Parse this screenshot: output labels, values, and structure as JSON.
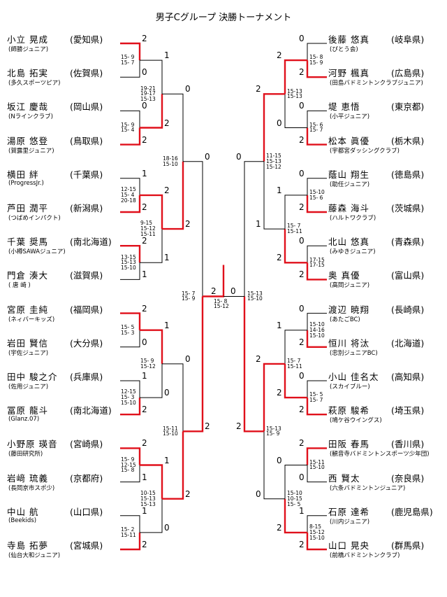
{
  "title": "男子Cグループ 決勝トーナメント",
  "colors": {
    "win": "#e0101b",
    "line": "#000000"
  },
  "left": [
    {
      "name": "小立 晃成",
      "pref": "(愛知県)",
      "club": "(師勝ジュニア)"
    },
    {
      "name": "北島 拓実",
      "pref": "(佐賀県)",
      "club": "(多久スポーツピア)"
    },
    {
      "name": "坂江 慶哉",
      "pref": "(岡山県)",
      "club": "(Nラインクラブ)"
    },
    {
      "name": "湯原 悠登",
      "pref": "(鳥取県)",
      "club": "(賀露里ジュニア)"
    },
    {
      "name": "横田 絆",
      "pref": "(千葉県)",
      "club": "(ProgressJr.)"
    },
    {
      "name": "芦田 潤平",
      "pref": "(新潟県)",
      "club": "(つばめインパクト)"
    },
    {
      "name": "千葉 奨馬",
      "pref": "(南北海道)",
      "club": "(小樽SAWAジュニア)"
    },
    {
      "name": "門倉 湊大",
      "pref": "(滋賀県)",
      "club": "( 唐 崎 )"
    },
    {
      "name": "宮原 圭純",
      "pref": "(福岡県)",
      "club": "(ネィバーキッズ)"
    },
    {
      "name": "岩田 賢信",
      "pref": "(大分県)",
      "club": "(宇佐ジュニア)"
    },
    {
      "name": "田中 駿之介",
      "pref": "(兵庫県)",
      "club": "(佐用ジュニア)"
    },
    {
      "name": "冨原 龍斗",
      "pref": "(南北海道)",
      "club": "(Glanz.07)"
    },
    {
      "name": "小野原 瑛音",
      "pref": "(宮崎県)",
      "club": "(藤田研究所)"
    },
    {
      "name": "岩﨑 琉義",
      "pref": "(京都府)",
      "club": "(長岡京市スポ少)"
    },
    {
      "name": "中山 航",
      "pref": "(山口県)",
      "club": "(Beekids)"
    },
    {
      "name": "寺島 拓夢",
      "pref": "(宮城県)",
      "club": "(仙台大和ジュニア)"
    }
  ],
  "right": [
    {
      "name": "後藤 悠真",
      "pref": "(岐阜県)",
      "club": "(ぴとう会)"
    },
    {
      "name": "河野 楓真",
      "pref": "(広島県)",
      "club": "(田島バドミントンクラブジュニア)"
    },
    {
      "name": "堤 恵悟",
      "pref": "(東京都)",
      "club": "(小平ジュニア)"
    },
    {
      "name": "松本 眞優",
      "pref": "(栃木県)",
      "club": "(宇都宮ダッシングクラブ)"
    },
    {
      "name": "蔭山 翔生",
      "pref": "(徳島県)",
      "club": "(助任ジュニア)"
    },
    {
      "name": "藤森 海斗",
      "pref": "(茨城県)",
      "club": "(ハルトワクラブ)"
    },
    {
      "name": "北山 悠真",
      "pref": "(青森県)",
      "club": "(みゆきジュニア)"
    },
    {
      "name": "奥 真優",
      "pref": "(富山県)",
      "club": "(高岡ジュニア)"
    },
    {
      "name": "渡辺 暁翔",
      "pref": "(長崎県)",
      "club": "(あたごBC)"
    },
    {
      "name": "恒川 将汰",
      "pref": "(北海道)",
      "club": "(忠別ジュニアBC)"
    },
    {
      "name": "小山 佳名太",
      "pref": "(高知県)",
      "club": "(スカイブルー)"
    },
    {
      "name": "萩原 駿希",
      "pref": "(埼玉県)",
      "club": "(鳩ケ谷ウイングス)"
    },
    {
      "name": "田阪 春馬",
      "pref": "(香川県)",
      "club": "(観音寺バドミントンスポーツ少年団)"
    },
    {
      "name": "西 賢太",
      "pref": "(奈良県)",
      "club": "(六条バドミントンジュニア)"
    },
    {
      "name": "石原 達希",
      "pref": "(鹿児島県)",
      "club": "(川内ジュニア)"
    },
    {
      "name": "山口 晃央",
      "pref": "(群馬県)",
      "club": "(前橋バドミントンクラブ)"
    }
  ],
  "r1_left": [
    {
      "top": "2",
      "bottom": "0",
      "scores": "15- 9\n15- 7"
    },
    {
      "top": "0",
      "bottom": "2",
      "scores": "15- 9\n15- 4"
    },
    {
      "top": "1",
      "bottom": "2",
      "scores": "12-15\n15- 4\n20-18"
    },
    {
      "top": "2",
      "bottom": "1",
      "scores": "13-15\n15-13\n15-10"
    },
    {
      "top": "2",
      "bottom": "0",
      "scores": "15- 5\n15- 3"
    },
    {
      "top": "1",
      "bottom": "2",
      "scores": "12-15\n15- 3\n15-10"
    },
    {
      "top": "2",
      "bottom": "1",
      "scores": "15- 9\n12-15\n15- 8"
    },
    {
      "top": "1",
      "bottom": "2",
      "scores": "15- 2\n15-11"
    }
  ],
  "r2_left": [
    {
      "top": "1",
      "bottom": "2",
      "scores": "19-21\n19-17\n15-13"
    },
    {
      "top": "2",
      "bottom": "1",
      "scores": "9-15\n15-12\n15-11"
    },
    {
      "top": "1",
      "bottom": "0",
      "scores": "15- 9\n15-12"
    },
    {
      "top": "1",
      "bottom": "0",
      "scores": "10-15\n15-13\n15-13"
    }
  ],
  "r3_left": [
    {
      "top": "0",
      "bottom": "2",
      "scores": "18-16\n15-10"
    },
    {
      "top": "0",
      "bottom": "2",
      "scores": "15-11\n15-10"
    }
  ],
  "sf_left": {
    "top": "0",
    "bottom": "2",
    "scores": "15- 7\n15- 9"
  },
  "final": {
    "left": "2",
    "right": "0",
    "scores": "15- 8\n15-12"
  },
  "r1_right": [
    {
      "top": "0",
      "bottom": "2",
      "scores": "15- 8\n15- 9"
    },
    {
      "top": "0",
      "bottom": "2",
      "scores": "15- 6\n15- 7"
    },
    {
      "top": "0",
      "bottom": "2",
      "scores": "15-10\n15- 6"
    },
    {
      "top": "0",
      "bottom": "2",
      "scores": "17-15\n17-15"
    },
    {
      "top": "0",
      "bottom": "2",
      "scores": "15-10\n14-16\n15-10"
    },
    {
      "top": "0",
      "bottom": "2",
      "scores": "15- 5\n15- 7"
    },
    {
      "top": "2",
      "bottom": "0",
      "scores": "15-11\n15-10"
    },
    {
      "top": "1",
      "bottom": "2",
      "scores": "8-15\n15-12\n15-10"
    }
  ],
  "r2_right": [
    {
      "top": "2",
      "bottom": "0",
      "scores": "15-13\n15-13"
    },
    {
      "top": "1",
      "bottom": "2",
      "scores": "15- 7\n15-11"
    },
    {
      "top": "1",
      "bottom": "2",
      "scores": "15- 7\n15-11"
    },
    {
      "top": "0",
      "bottom": "2",
      "scores": "15-10\n10-15\n15- 5"
    }
  ],
  "r3_right": [
    {
      "top": "2",
      "bottom": "1",
      "scores": "11-15\n15-13\n15-12"
    },
    {
      "top": "2",
      "bottom": "0",
      "scores": "15-13\n15- 9"
    }
  ],
  "sf_right": {
    "top": "0",
    "bottom": "2",
    "scores": "15-13\n15-10"
  }
}
